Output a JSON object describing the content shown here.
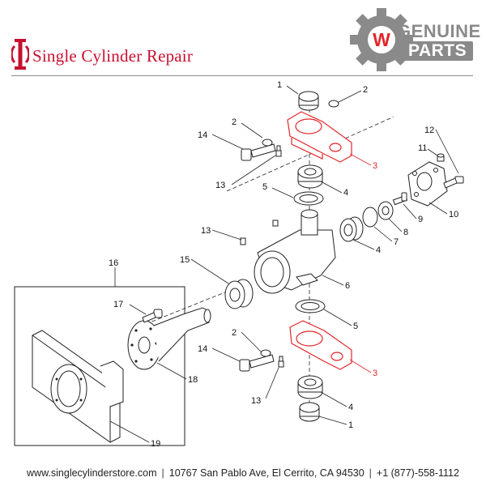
{
  "brand": {
    "name": "Single Cylinder Repair",
    "logo_color": "#c8102e",
    "logo_icon": "single-cylinder-logo-icon"
  },
  "badge": {
    "word1": "GENUINE",
    "word2": "PARTS",
    "letter": "W",
    "color": "#8a8a8a",
    "letter_color": "#e2262a",
    "icon": "gear-icon"
  },
  "diagram": {
    "highlight_color": "#e2262a",
    "callouts": {
      "c1_top": "1",
      "c2_top": "2",
      "c2_left": "2",
      "c3_top": "3",
      "c14_top": "14",
      "c13_top": "13",
      "c5_top": "5",
      "c4_top": "4",
      "c12": "12",
      "c11": "11",
      "c10": "10",
      "c9": "9",
      "c8": "8",
      "c7": "7",
      "c13_mid": "13",
      "c4_mid": "4",
      "c15": "15",
      "c6": "6",
      "c16": "16",
      "c17": "17",
      "c5_bot": "5",
      "c2_bot": "2",
      "c14_bot": "14",
      "c3_bot": "3",
      "c13_bot": "13",
      "c4_bot": "4",
      "c1_bot": "1",
      "c18": "18",
      "c19": "19"
    }
  },
  "footer": {
    "website": "www.singlecylinderstore.com",
    "address": "10767 San Pablo Ave, El Cerrito, CA 94530",
    "phone": "+1 (877)-558-1112",
    "separator": "|"
  }
}
